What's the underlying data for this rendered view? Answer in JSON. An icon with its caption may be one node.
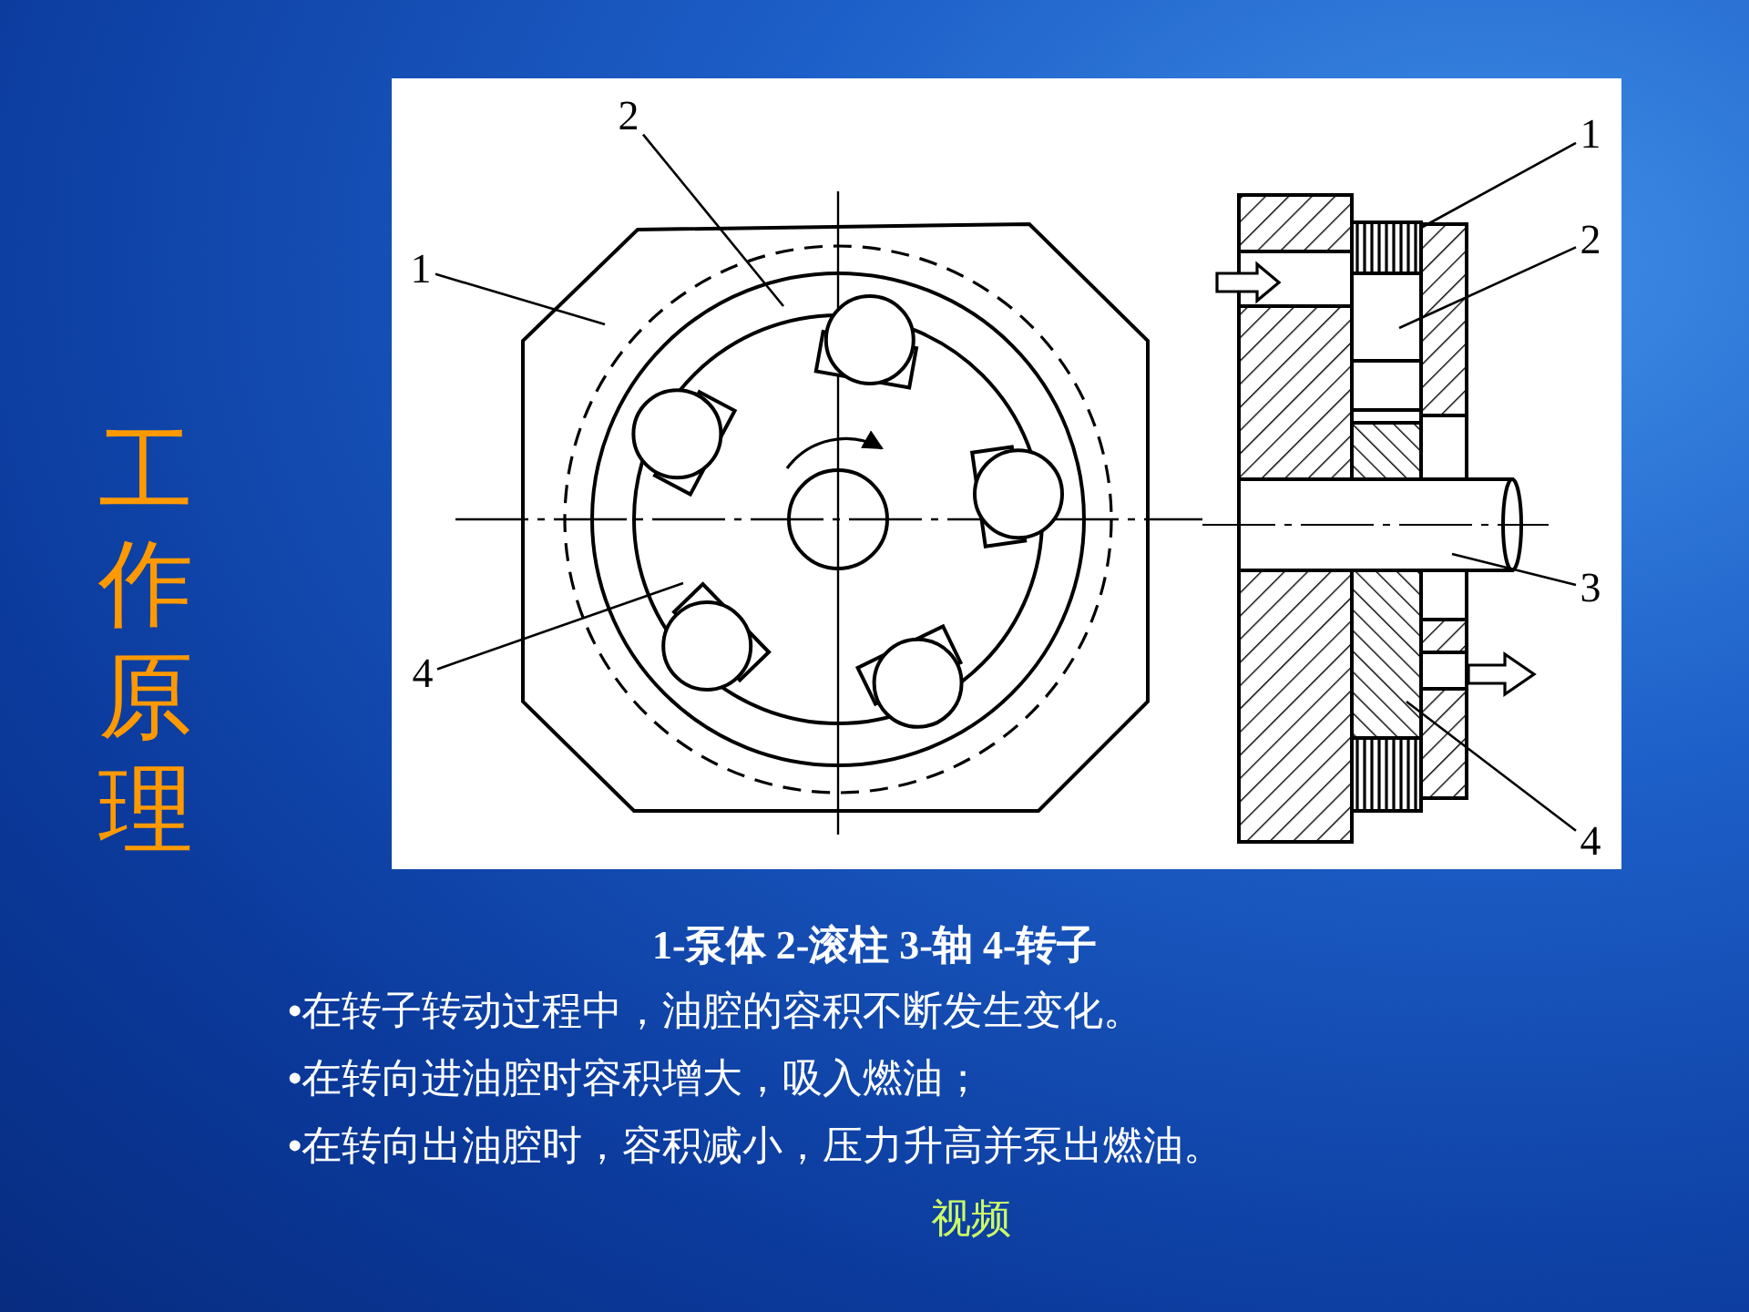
{
  "diagram": {
    "title": "工作原理",
    "nodes": [
      {
        "text": [
          "2"
        ]
      },
      {
        "text": [
          "1"
        ]
      },
      {
        "text": [
          "4"
        ]
      },
      {
        "text": [
          "1"
        ]
      },
      {
        "text": [
          "2"
        ]
      },
      {
        "text": [
          "3"
        ]
      },
      {
        "text": [
          "4"
        ]
      }
    ],
    "edges": [
      {
        "from": 0,
        "to": null,
        "arrow": "none"
      },
      {
        "from": 1,
        "to": null,
        "arrow": "none"
      },
      {
        "from": 2,
        "to": null,
        "arrow": "none"
      },
      {
        "from": 3,
        "to": null,
        "arrow": "none"
      },
      {
        "from": 4,
        "to": null,
        "arrow": "none"
      },
      {
        "from": 5,
        "to": null,
        "arrow": "none"
      },
      {
        "from": 6,
        "to": null,
        "arrow": "none"
      }
    ],
    "labels": [
      "1-泵体 2-滚柱 3-轴 4-转子",
      "•在转子转动过程中，油腔的容积不断发生变化。",
      "•在转向进油腔时容积增大，吸入燃油；",
      "•在转向出油腔时，容积减小，压力升高并泵出燃油。",
      "视频"
    ]
  }
}
